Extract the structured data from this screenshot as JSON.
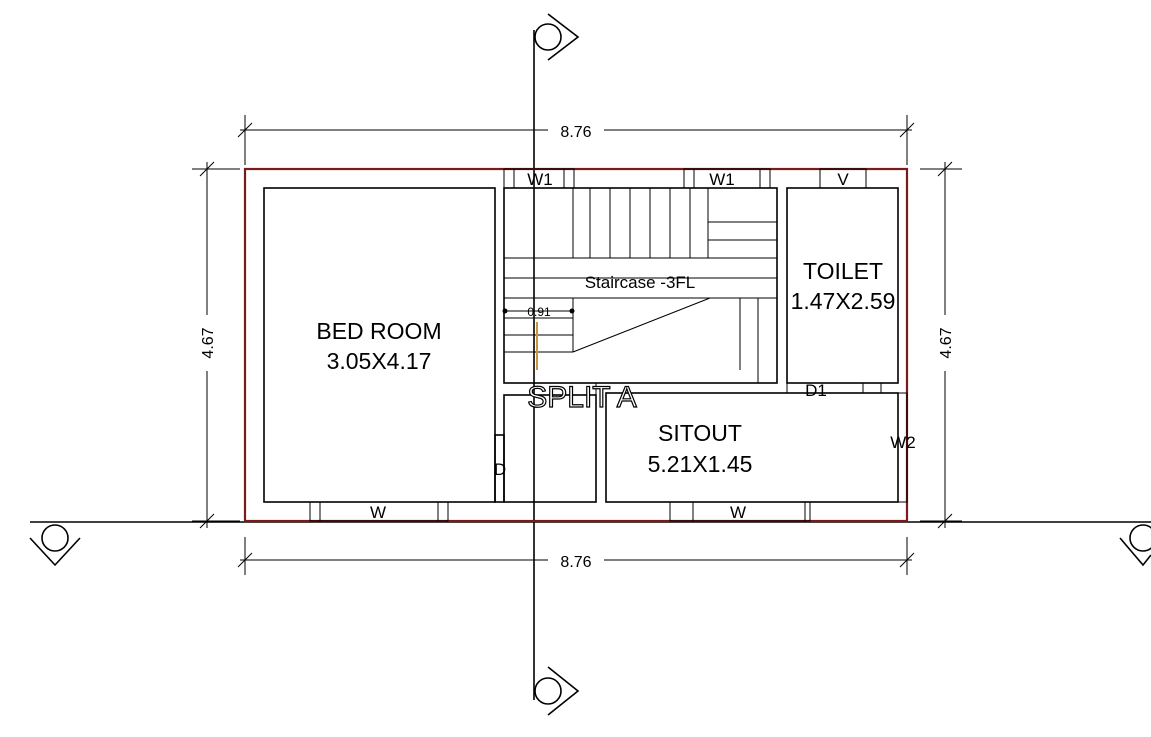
{
  "rooms": {
    "bedroom": {
      "name": "BED ROOM",
      "size": "3.05X4.17"
    },
    "staircase": {
      "name": "Staircase -3FL",
      "width": "0.91"
    },
    "toilet": {
      "name": "TOILET",
      "size": "1.47X2.59"
    },
    "sitout": {
      "name": "SITOUT",
      "size": "5.21X1.45"
    }
  },
  "openings": {
    "window_w1": "W1",
    "ventilator": "V",
    "door_d1": "D1",
    "window_w2": "W2",
    "window_w": "W",
    "door_d": "D"
  },
  "dimensions": {
    "top": "8.76",
    "bottom": "8.76",
    "left": "4.67",
    "right": "4.67"
  },
  "section_label": "SPLIT A",
  "colors": {
    "outer_wall": "#7a1a1a",
    "stair_note": "#c8963c"
  }
}
